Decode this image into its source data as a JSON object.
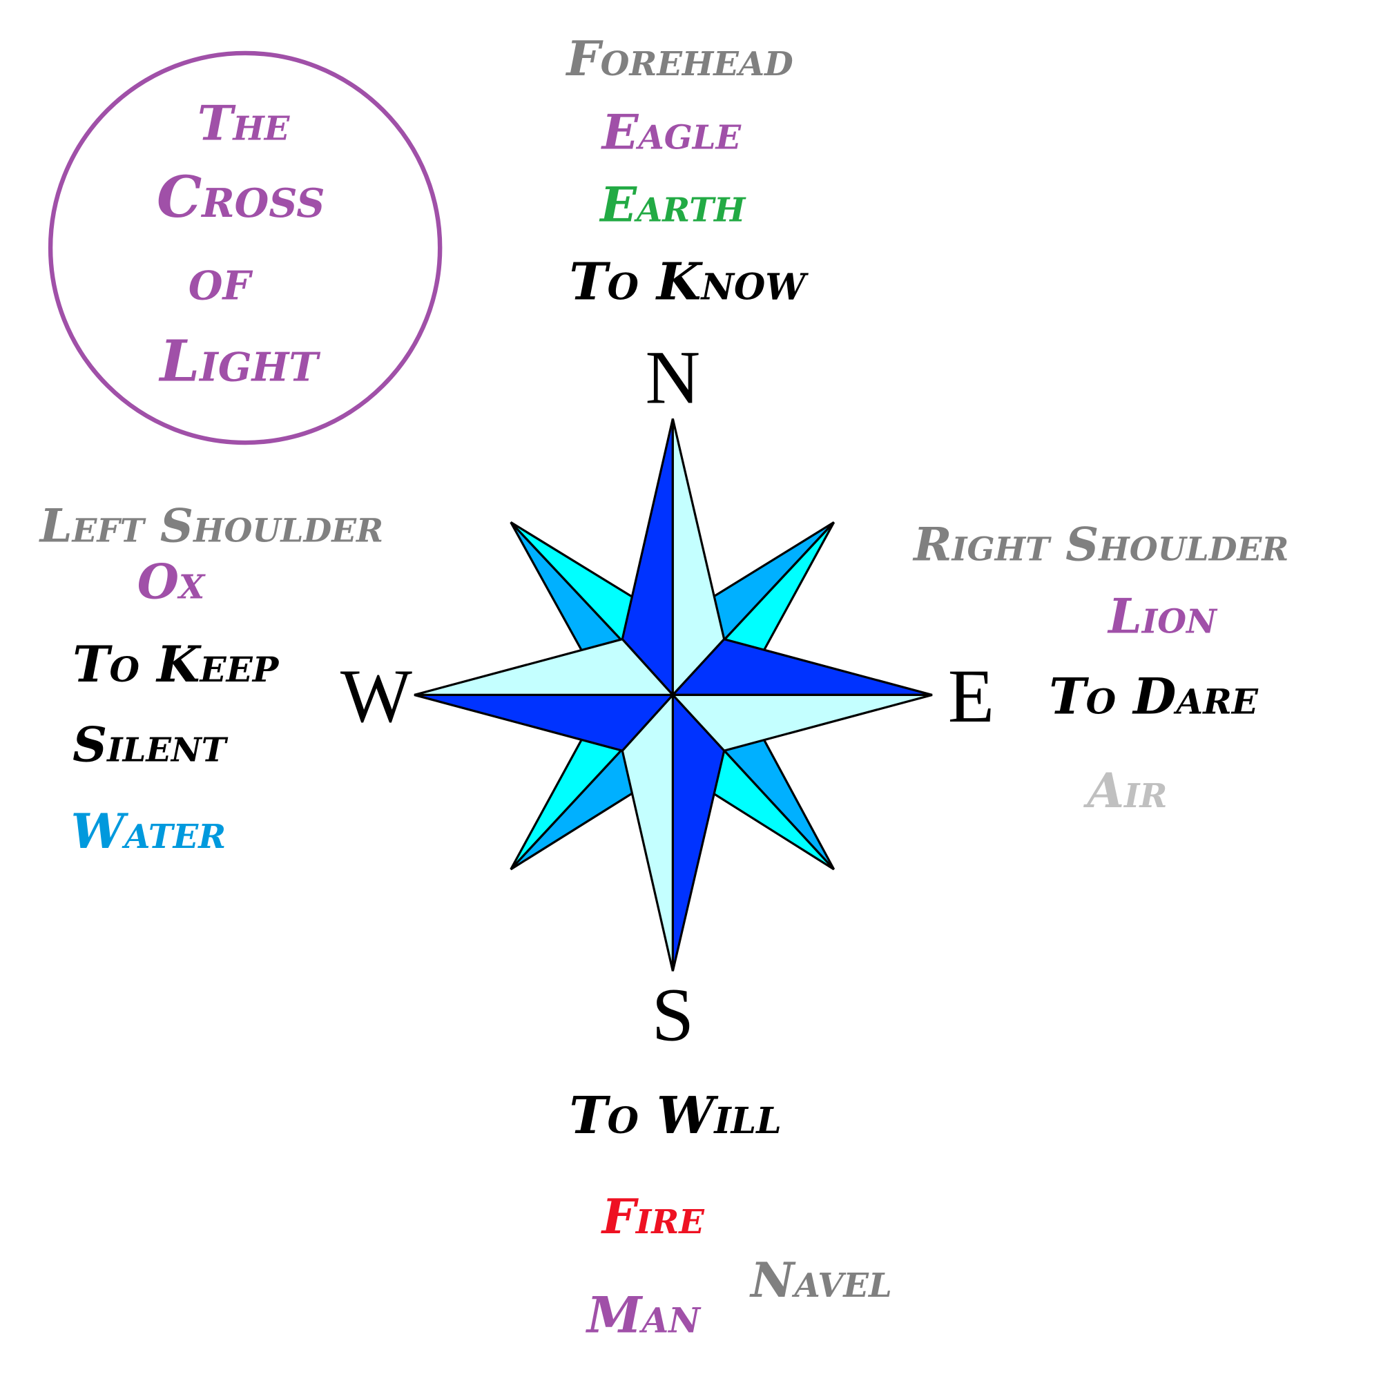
{
  "title": {
    "lines": [
      "The",
      "Cross",
      "of",
      "Light"
    ],
    "color": "#A050A8"
  },
  "directions": {
    "north": "N",
    "south": "S",
    "east": "E",
    "west": "W"
  },
  "north": {
    "body": "Forehead",
    "creature": "Eagle",
    "element": "Earth",
    "virtue": "To Know"
  },
  "west": {
    "body": "Left Shoulder",
    "creature": "Ox",
    "virtue": "To Keep",
    "virtue2": "Silent",
    "element": "Water"
  },
  "east": {
    "body": "Right Shoulder",
    "creature": "Lion",
    "virtue": "To Dare",
    "element": "Air"
  },
  "south": {
    "virtue": "To Will",
    "element": "Fire",
    "body": "Navel",
    "creature": "Man"
  },
  "colors": {
    "body": "#808080",
    "creature": "#A050A8",
    "virtue": "#000000",
    "earth": "#22AA44",
    "water": "#0099DD",
    "air": "#C0C0C0",
    "fire": "#EE1122",
    "dark_blue": "#0033FF",
    "light_cyan": "#C4FFFF",
    "cyan": "#00FFFF",
    "mid_blue": "#00B0FF"
  }
}
